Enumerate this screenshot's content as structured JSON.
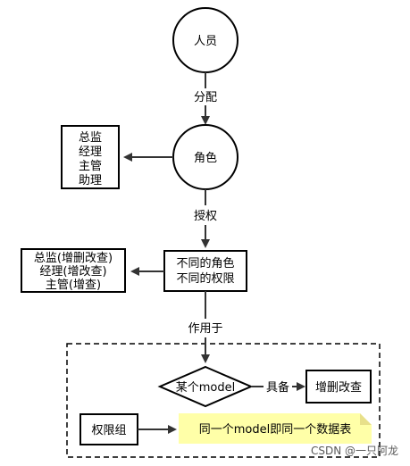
{
  "nodes": {
    "person": "人员",
    "role": "角色",
    "job_titles": [
      "总监",
      "经理",
      "主管",
      "助理"
    ],
    "role_permission_variants": [
      "总监(增删改查)",
      "经理(增改查)",
      "主管(增查)"
    ],
    "diff_role_diff_permission": [
      "不同的角色",
      "不同的权限"
    ],
    "some_model": "某个model",
    "crud": "增删改查",
    "permission_group": "权限组",
    "note": "同一个model即同一个数据表"
  },
  "edges": {
    "assign": "分配",
    "authorize": "授权",
    "applies_to": "作用于",
    "has": "具备"
  },
  "watermark": "CSDN @一只阿龙",
  "colors": {
    "stroke": "#000000",
    "arrow": "#333333",
    "note_fill": "#ffffa8",
    "background": "#ffffff"
  }
}
